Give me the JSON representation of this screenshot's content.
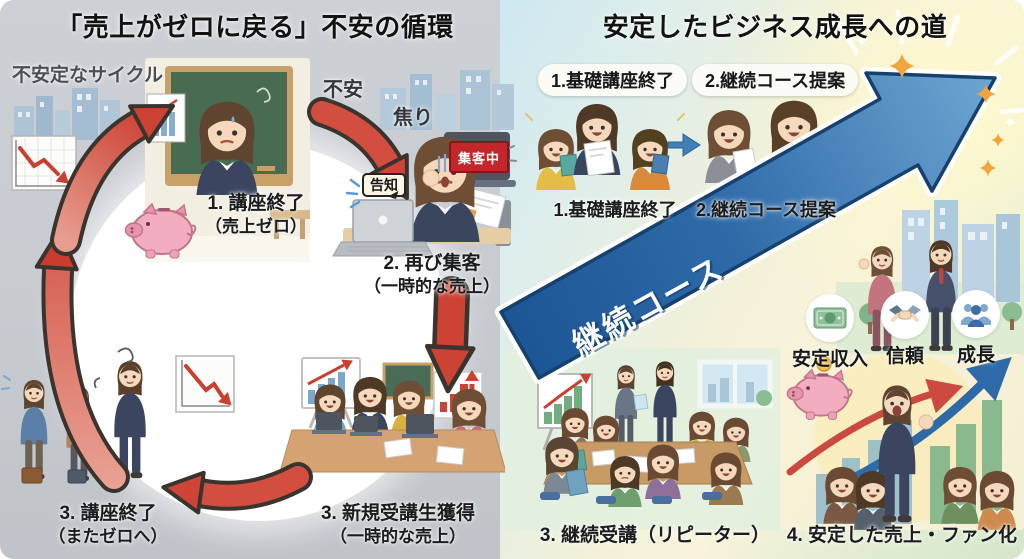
{
  "left": {
    "title": "「売上がゼロに戻る」不安の循環",
    "cycle_label": "不安定なサイクル",
    "emotion_top": "不安",
    "emotion_side": "焦り",
    "announce_bubble": "告知",
    "laptop_banner": "集客中",
    "step1_line1": "1. 講座終了",
    "step1_line2": "（売上ゼロ）",
    "step2_line1": "2. 再び集客",
    "step2_line2": "（一時的な売上）",
    "step3_line1": "3. 新規受講生獲得",
    "step3_line2": "（一時的な売上）",
    "step4_line1": "3. 講座終了",
    "step4_line2": "（またゼロへ）"
  },
  "right": {
    "title": "安定したビジネス成長への道",
    "badge1": "1.基礎講座終了",
    "badge2": "2.継続コース提案",
    "group_label1": "1.基礎講座終了",
    "group_label2": "2.継続コース提案",
    "arrow_label": "継続コース",
    "benefits": [
      {
        "label": "安定収入",
        "icon": "money-icon"
      },
      {
        "label": "信頼",
        "icon": "handshake-icon"
      },
      {
        "label": "成長",
        "icon": "people-icon"
      }
    ],
    "step3_label": "3. 継続受講（リピーター）",
    "step4_label": "4. 安定した売上・ファン化"
  },
  "colors": {
    "left_bg": "#c9ccd1",
    "cycle_arrow_red": "#cc4335",
    "growth_arrow_blue": "#2f6aa8",
    "right_bg_top": "#cde7f1",
    "right_bg_bottom": "#d5e6ca",
    "banner_red": "#c2272b",
    "sparkle_orange": "#f0a63c"
  }
}
